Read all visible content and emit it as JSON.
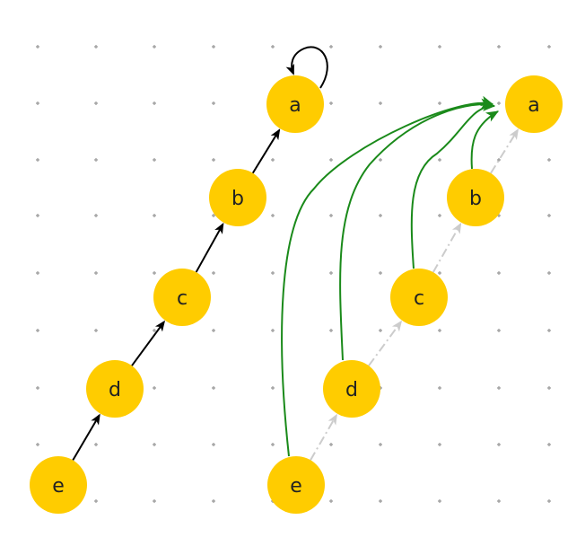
{
  "colors": {
    "background": "#ffffff",
    "grid_dot": "#999999",
    "node_fill": "#FFCC00",
    "label": "#222222",
    "parent_edge": "#000000",
    "chain_edge": "#cccccc",
    "compressed_edge": "#1a8a1a"
  },
  "left_tree": {
    "nodes": [
      {
        "id": "a",
        "label": "a"
      },
      {
        "id": "b",
        "label": "b"
      },
      {
        "id": "c",
        "label": "c"
      },
      {
        "id": "d",
        "label": "d"
      },
      {
        "id": "e",
        "label": "e"
      }
    ],
    "edges": [
      {
        "from": "e",
        "to": "d",
        "style": "solid"
      },
      {
        "from": "d",
        "to": "c",
        "style": "solid"
      },
      {
        "from": "c",
        "to": "b",
        "style": "solid"
      },
      {
        "from": "b",
        "to": "a",
        "style": "solid"
      },
      {
        "from": "a",
        "to": "a",
        "style": "self-loop"
      }
    ]
  },
  "right_tree": {
    "nodes": [
      {
        "id": "a",
        "label": "a"
      },
      {
        "id": "b",
        "label": "b"
      },
      {
        "id": "c",
        "label": "c"
      },
      {
        "id": "d",
        "label": "d"
      },
      {
        "id": "e",
        "label": "e"
      }
    ],
    "edges": [
      {
        "from": "e",
        "to": "d",
        "style": "dash-dot"
      },
      {
        "from": "d",
        "to": "c",
        "style": "dash-dot"
      },
      {
        "from": "c",
        "to": "b",
        "style": "dash-dot"
      },
      {
        "from": "b",
        "to": "a",
        "style": "dash-dot"
      },
      {
        "from": "b",
        "to": "a",
        "style": "curved"
      },
      {
        "from": "c",
        "to": "a",
        "style": "curved"
      },
      {
        "from": "d",
        "to": "a",
        "style": "curved"
      },
      {
        "from": "e",
        "to": "a",
        "style": "curved"
      }
    ]
  }
}
